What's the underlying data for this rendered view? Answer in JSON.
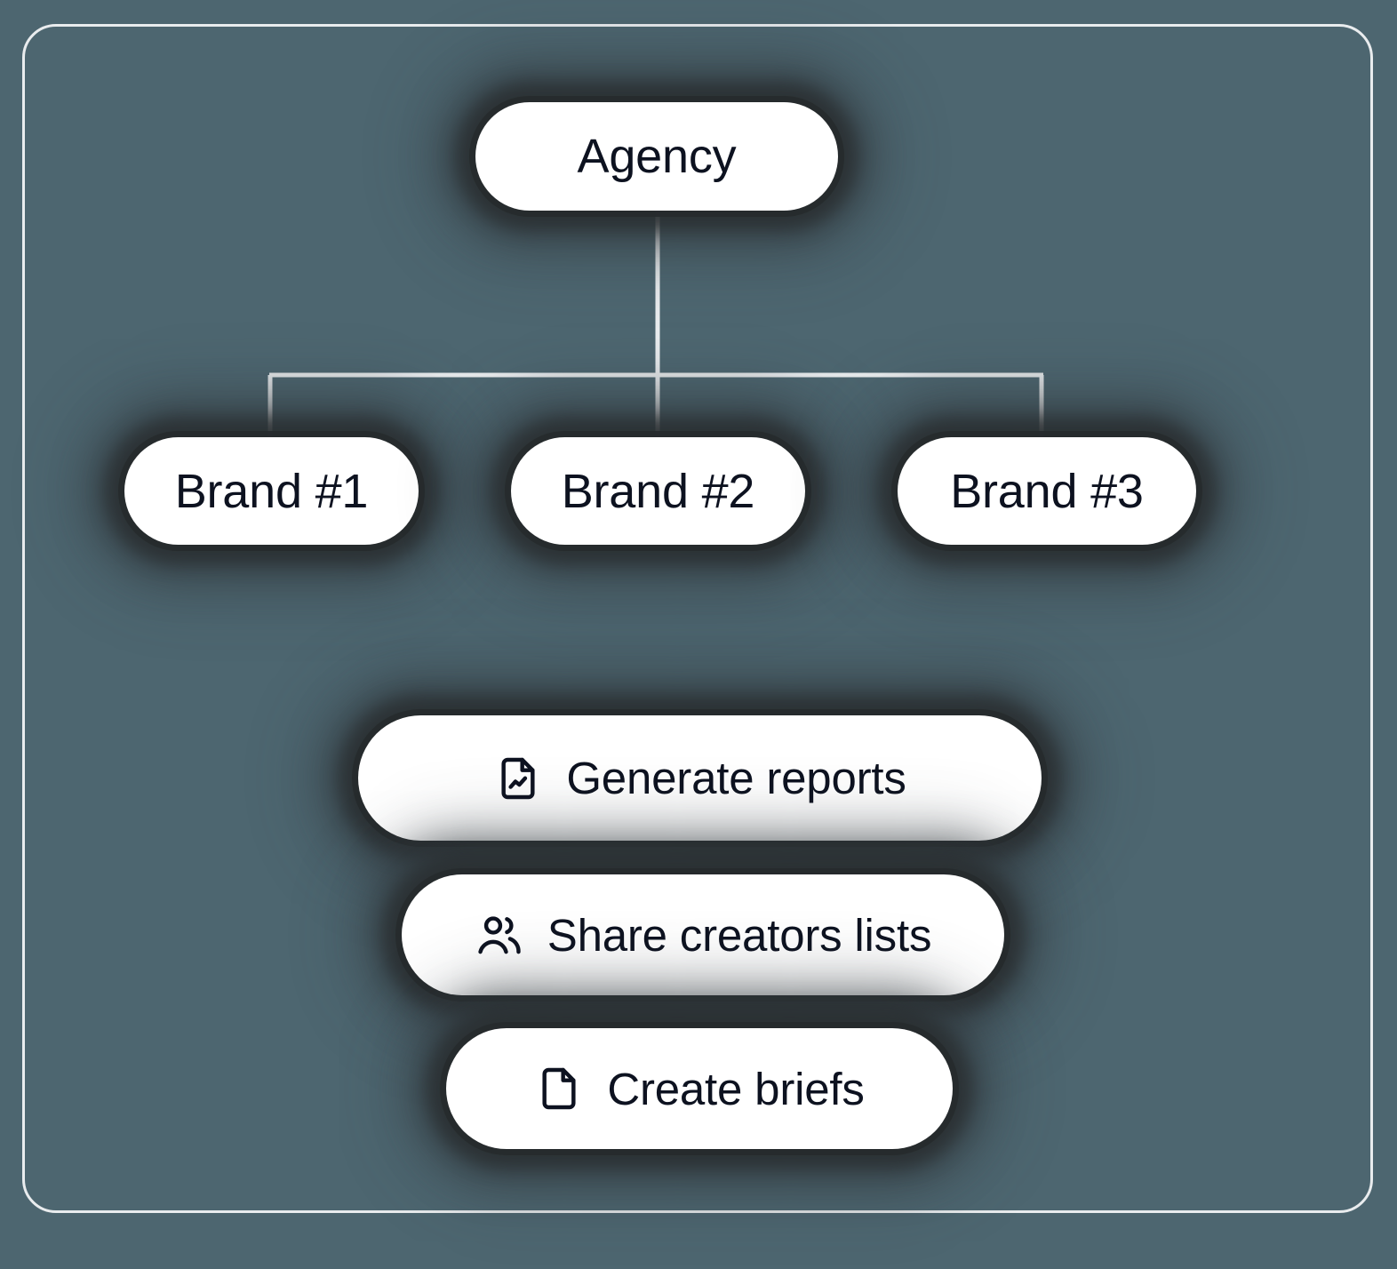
{
  "theme": {
    "background_color": "#4d6670",
    "frame_border_color": "#e9ecee",
    "node_background_color": "#ffffff",
    "node_text_color": "#0d1220",
    "connector_color": "#e9ecee",
    "shadow_color": "#2a2e31"
  },
  "diagram": {
    "type": "org-chart",
    "root": {
      "label": "Agency"
    },
    "brands": [
      {
        "label": "Brand #1"
      },
      {
        "label": "Brand #2"
      },
      {
        "label": "Brand #3"
      }
    ],
    "actions": [
      {
        "label": "Generate reports",
        "icon": "file-chart-icon"
      },
      {
        "label": "Share creators lists",
        "icon": "users-icon"
      },
      {
        "label": "Create briefs",
        "icon": "file-icon"
      }
    ]
  }
}
